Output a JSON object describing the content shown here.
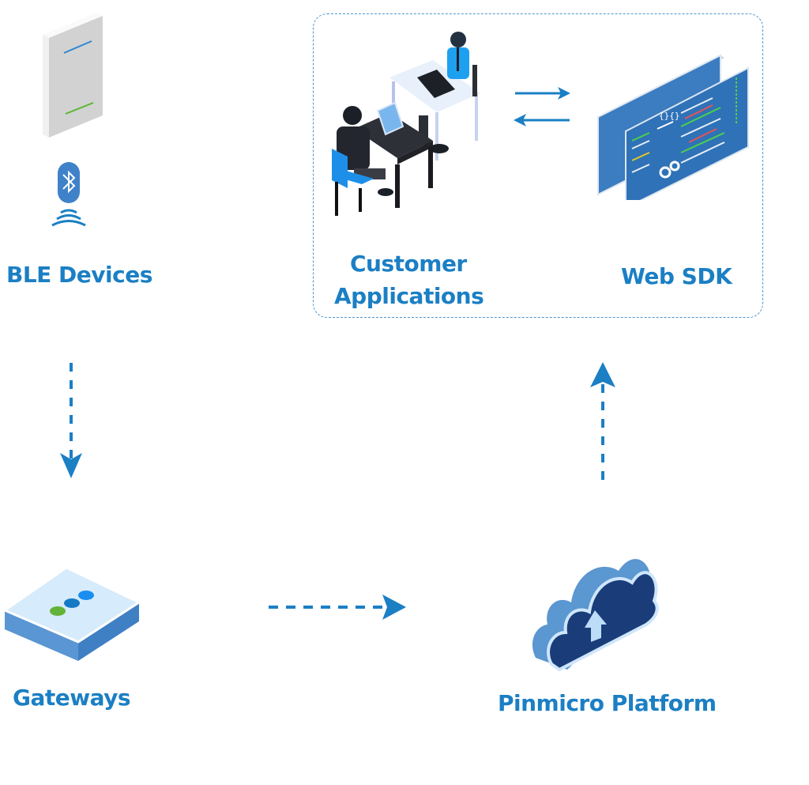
{
  "colors": {
    "accent": "#1b7fc4",
    "dashed_border": "#4a95cf",
    "cloud_dark": "#1a3d7a",
    "cloud_light": "#5b97d0",
    "gateway_top": "#d6ebfb",
    "gateway_side": "#3f7fc4",
    "led_green": "#63b33a",
    "led_blue": "#1579c6",
    "led_light_blue": "#1a8ef0"
  },
  "nodes": {
    "ble_devices": {
      "label": "BLE Devices",
      "icon": "bluetooth-icon"
    },
    "gateways": {
      "label": "Gateways",
      "icon": "gateway-icon"
    },
    "platform": {
      "label": "Pinmicro Platform",
      "icon": "cloud-upload-icon"
    },
    "customer_apps": {
      "label_line1": "Customer",
      "label_line2": "Applications",
      "icon": "people-at-desks-icon"
    },
    "web_sdk": {
      "label": "Web SDK",
      "icon": "code-screens-icon"
    }
  },
  "flows": [
    {
      "from": "BLE Devices",
      "to": "Gateways",
      "style": "dashed"
    },
    {
      "from": "Gateways",
      "to": "Pinmicro Platform",
      "style": "dashed"
    },
    {
      "from": "Pinmicro Platform",
      "to": "Web SDK",
      "style": "dashed"
    },
    {
      "from": "Customer Applications",
      "to": "Web SDK",
      "style": "solid"
    },
    {
      "from": "Web SDK",
      "to": "Customer Applications",
      "style": "solid"
    }
  ]
}
